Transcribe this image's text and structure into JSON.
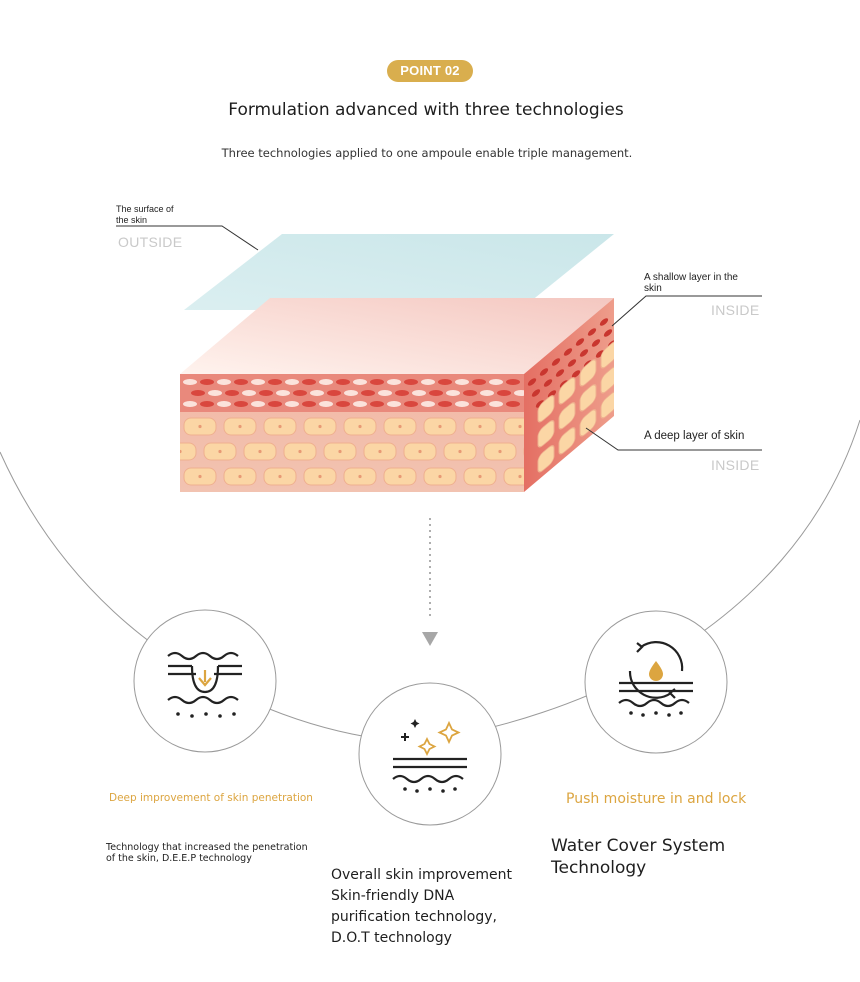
{
  "header": {
    "badge": "POINT 02",
    "title": "Formulation advanced with three technologies",
    "subtitle": "Three technologies applied to one ampoule enable triple management."
  },
  "diagram": {
    "surface_label": "The surface of\nthe skin",
    "surface_tag": "OUTSIDE",
    "shallow_label": "A shallow layer in the\nskin",
    "shallow_tag": "INSIDE",
    "deep_label": "A deep layer of skin",
    "deep_tag": "INSIDE"
  },
  "technologies": [
    {
      "icon": "skin-penetration-icon",
      "title": "Deep improvement of skin penetration",
      "description": "Technology that increased the penetration\nof the skin, D.E.E.P technology"
    },
    {
      "icon": "skin-purification-icon",
      "title": "Overall skin improvement",
      "description": "Skin-friendly DNA\npurification technology,\nD.O.T technology"
    },
    {
      "icon": "moisture-lock-icon",
      "title": "Push moisture in and lock",
      "description": "Water Cover System\nTechnology"
    }
  ],
  "colors": {
    "gold": "#d9ae4e",
    "gold_text": "#dca540",
    "skin_top": "#f6d6cf",
    "skin_red": "#e8786c",
    "cell_fill": "#fbd6a5",
    "surface_film": "#cfe8ea",
    "line_grey": "#9a9a9a"
  }
}
